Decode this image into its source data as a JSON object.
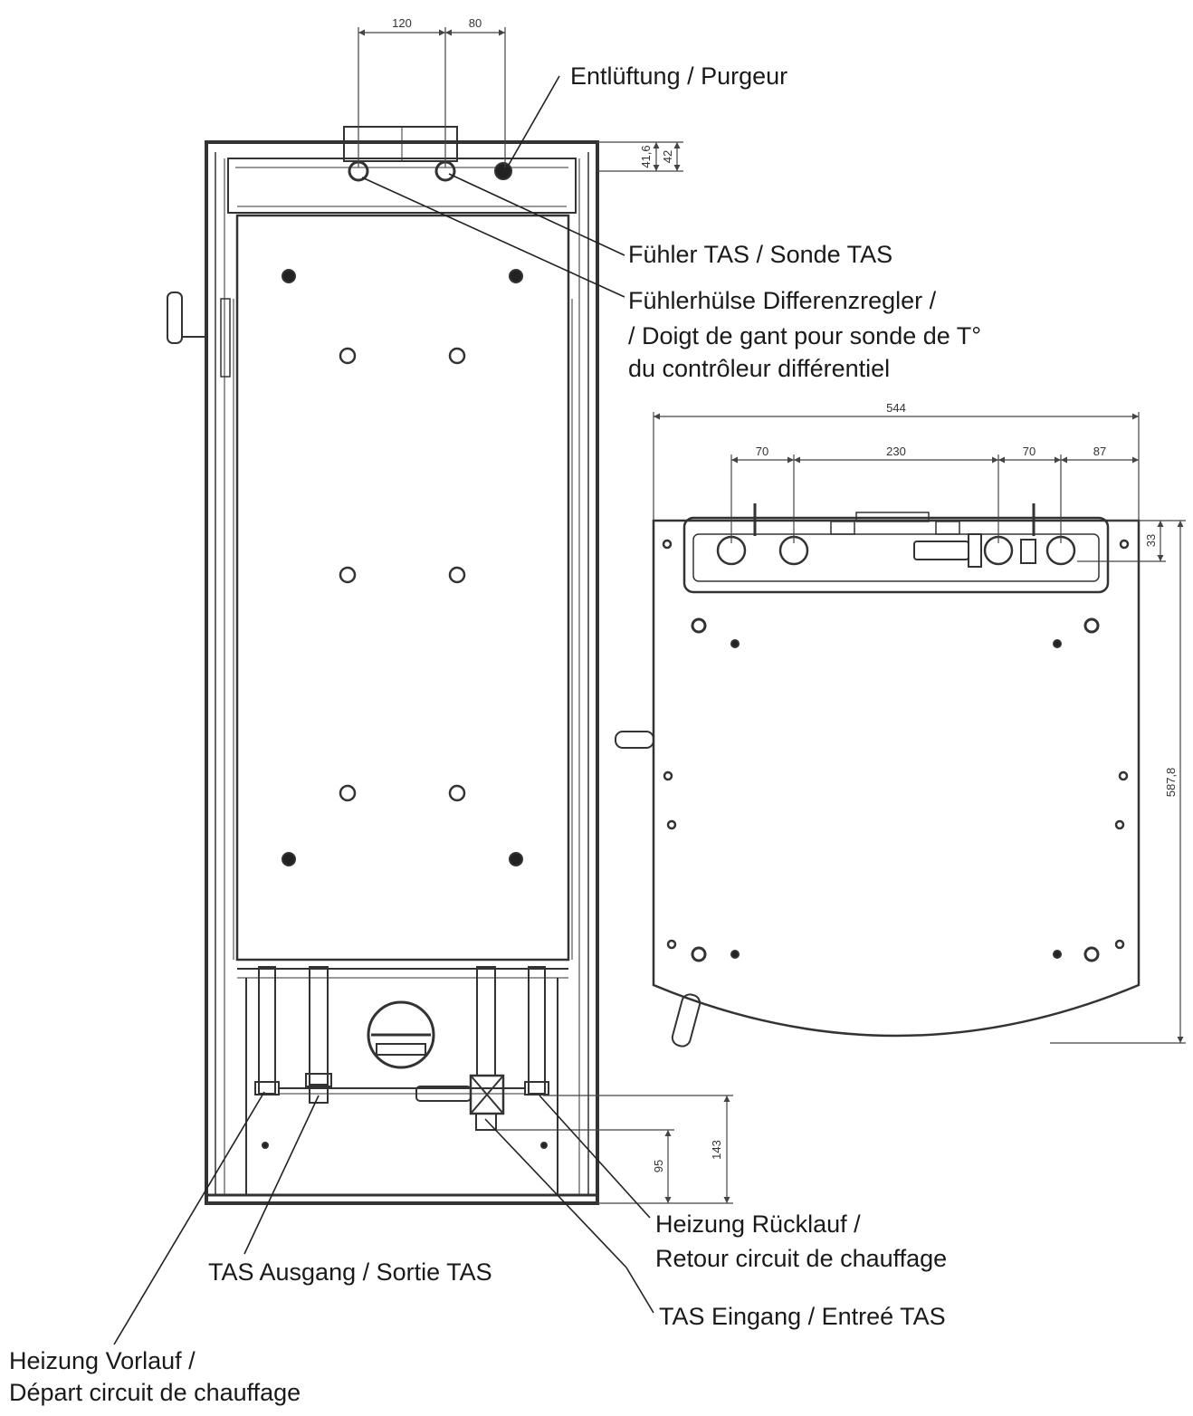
{
  "labels": {
    "entlueftung": "Entlüftung / Purgeur",
    "fuehler_tas": "Fühler TAS / Sonde TAS",
    "fuehlerhuelse_1": "Fühlerhülse Differenzregler /",
    "fuehlerhuelse_2": "/ Doigt de gant pour sonde de T°",
    "fuehlerhuelse_3": "du contrôleur différentiel",
    "heizung_ruecklauf_1": "Heizung Rücklauf /",
    "heizung_ruecklauf_2": "Retour circuit de chauffage",
    "tas_ausgang": "TAS Ausgang / Sortie TAS",
    "tas_eingang": "TAS Eingang / Entreé TAS",
    "heizung_vorlauf_1": "Heizung Vorlauf /",
    "heizung_vorlauf_2": "Départ circuit de chauffage"
  },
  "dimensions": {
    "top_120": "120",
    "top_80": "80",
    "right_41_6": "41,6",
    "right_42": "42",
    "bottom_95": "95",
    "bottom_143": "143",
    "plan_544": "544",
    "plan_70a": "70",
    "plan_230": "230",
    "plan_70b": "70",
    "plan_87": "87",
    "plan_33": "33",
    "plan_587_8": "587,8"
  }
}
